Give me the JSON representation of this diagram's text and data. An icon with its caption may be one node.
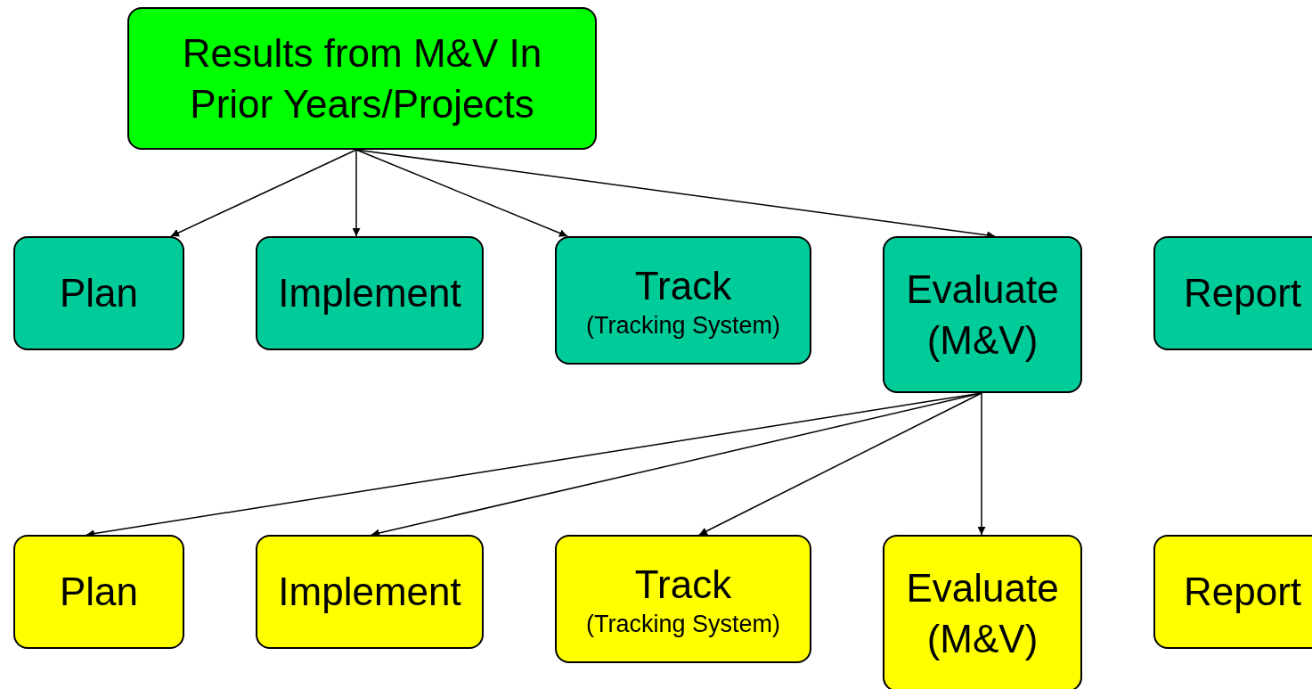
{
  "diagram": {
    "nodes": [
      {
        "text": [
          "Results from M&V In Prior Years/Projects"
        ]
      },
      {
        "text": [
          "Plan"
        ]
      },
      {
        "text": [
          "Implement"
        ]
      },
      {
        "text": [
          "Track",
          "(Tracking System)"
        ]
      },
      {
        "text": [
          "Evaluate (M&V)"
        ]
      },
      {
        "text": [
          "Report"
        ]
      },
      {
        "text": [
          "Plan"
        ]
      },
      {
        "text": [
          "Implement"
        ]
      },
      {
        "text": [
          "Track",
          "(Tracking System)"
        ]
      },
      {
        "text": [
          "Evaluate (M&V)"
        ]
      },
      {
        "text": [
          "Report"
        ]
      }
    ],
    "edges": [
      {
        "from": 0,
        "to": 1,
        "arrow": "to"
      },
      {
        "from": 0,
        "to": 2,
        "arrow": "to"
      },
      {
        "from": 0,
        "to": 3,
        "arrow": "to"
      },
      {
        "from": 0,
        "to": 4,
        "arrow": "to"
      },
      {
        "from": 4,
        "to": 6,
        "arrow": "to"
      },
      {
        "from": 4,
        "to": 7,
        "arrow": "to"
      },
      {
        "from": 4,
        "to": 8,
        "arrow": "to"
      },
      {
        "from": 4,
        "to": 9,
        "arrow": "to"
      }
    ]
  }
}
